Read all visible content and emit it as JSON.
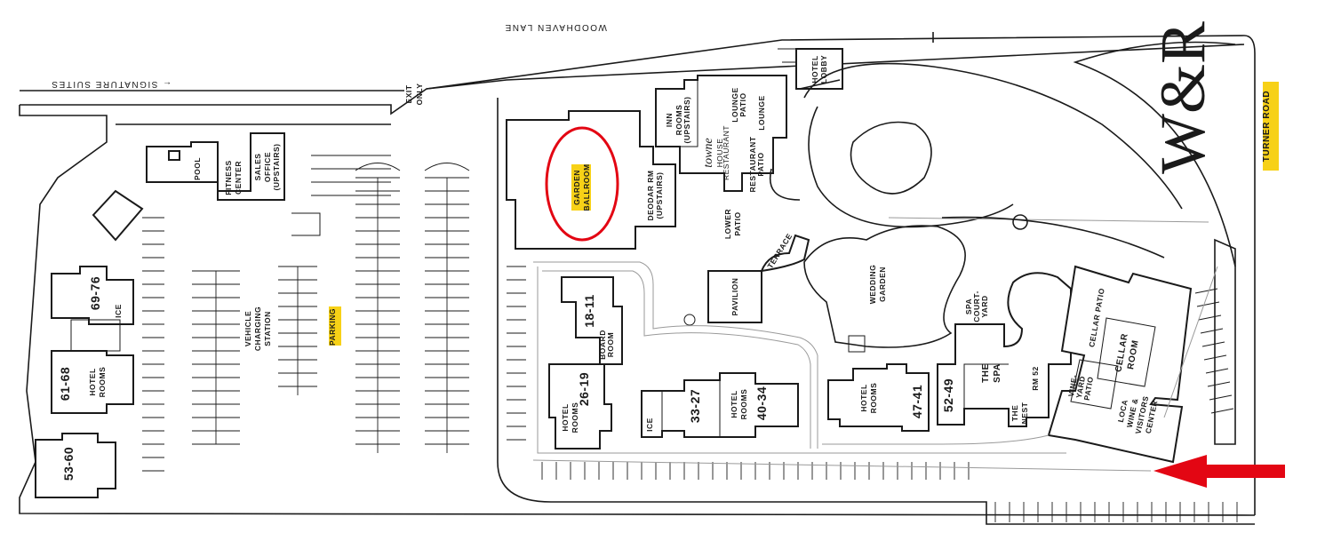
{
  "roads": {
    "top": "WOODHAVEN LANE",
    "right": "TURNER ROAD",
    "signature": "← SIGNATURE SUITES",
    "exit": [
      "EXIT",
      "ONLY"
    ]
  },
  "logo": {
    "text": "W&R"
  },
  "highlight": {
    "label": [
      "GARDEN",
      "BALLROOM"
    ],
    "color": "#e30613",
    "tag_color": "#f7d117"
  },
  "arrow": {
    "color": "#e30613"
  },
  "labels": {
    "pool": "POOL",
    "fitness": [
      "FITNESS",
      "CENTER"
    ],
    "sales": [
      "SALES",
      "OFFICE",
      "(UPSTAIRS)"
    ],
    "parking": "PARKING",
    "charging": [
      "VEHICLE",
      "CHARGING",
      "STATION"
    ],
    "deodar": [
      "DEODAR RM",
      "(UPSTAIRS)"
    ],
    "inn": [
      "INN",
      "ROOMS",
      "(UPSTAIRS)"
    ],
    "lounge_patio": [
      "LOUNGE",
      "PATIO"
    ],
    "lounge": "LOUNGE",
    "towne": [
      "towne",
      "HOUSE",
      "RESTAURANT"
    ],
    "restaurant_patio": [
      "RESTAURANT",
      "PATIO"
    ],
    "hotel_lobby": [
      "HOTEL",
      "LOBBY"
    ],
    "lower_patio": [
      "LOWER",
      "PATIO"
    ],
    "terrace": "TERRACE",
    "pavilion": "PAVILION",
    "wedding_garden": [
      "WEDDING",
      "GARDEN"
    ],
    "spa_courtyard": [
      "SPA",
      "COURT-",
      "YARD"
    ],
    "the_spa": [
      "THE",
      "SPA"
    ],
    "rm52": "RM 52",
    "the_nest": [
      "THE",
      "NEST"
    ],
    "cellar_patio": "CELLAR PATIO",
    "cellar_room": [
      "CELLAR",
      "ROOM"
    ],
    "vineyard_patio": [
      "VINE-",
      "YARD",
      "PATIO"
    ],
    "loca": [
      "LOCA",
      "WINE &",
      "VISITORS",
      "CENTER"
    ],
    "hotel_rooms": [
      "HOTEL",
      "ROOMS"
    ],
    "board_room": [
      "BOARD",
      "ROOM"
    ],
    "ice": "ICE",
    "r69_76": "69-76",
    "r61_68": "61-68",
    "r53_60": "53-60",
    "r18_11": "18-11",
    "r26_19": "26-19",
    "r33_27": "33-27",
    "r40_34": "40-34",
    "r47_41": "47-41",
    "r52_49": "52-49"
  }
}
